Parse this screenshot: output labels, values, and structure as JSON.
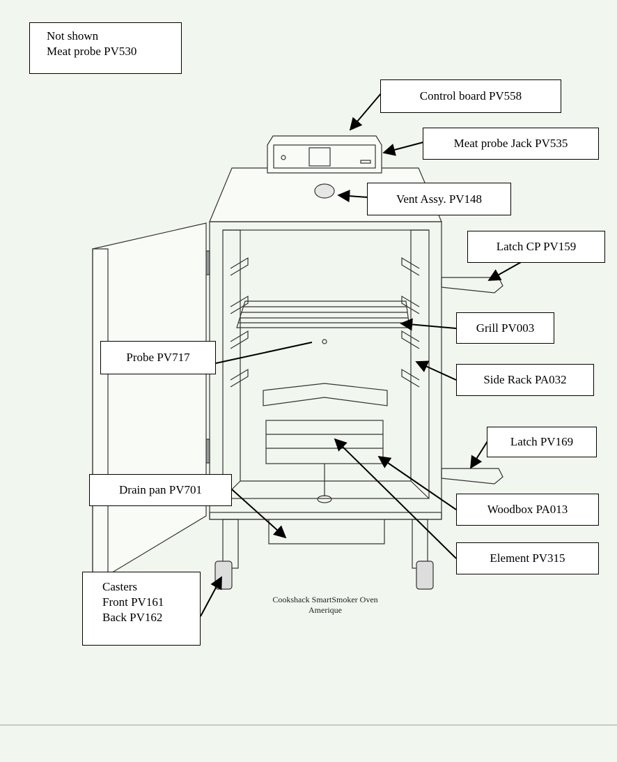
{
  "note": {
    "lines": [
      "Not shown",
      "Meat probe PV530"
    ]
  },
  "labels": {
    "control_board": "Control board PV558",
    "meat_probe_jack": "Meat probe Jack PV535",
    "vent_assy": "Vent Assy. PV148",
    "latch_cp": "Latch CP PV159",
    "grill": "Grill PV003",
    "probe": "Probe PV717",
    "side_rack": "Side Rack PA032",
    "latch": "Latch PV169",
    "drain_pan": "Drain pan PV701",
    "woodbox": "Woodbox PA013",
    "element": "Element PV315",
    "casters": [
      "Casters",
      "Front PV161",
      "Back PV162"
    ]
  },
  "caption": [
    "Cookshack SmartSmoker Oven",
    "Amerique"
  ]
}
